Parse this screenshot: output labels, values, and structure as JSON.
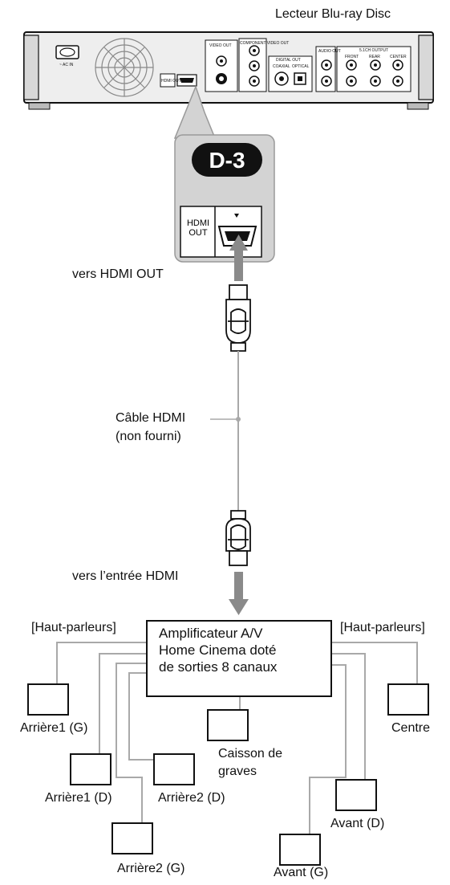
{
  "player": {
    "title": "Lecteur Blu-ray Disc",
    "ac_in_label": "~ AC IN",
    "hdmi_panel_label": "HDMI OUT",
    "video_out_label": "VIDEO OUT",
    "component_label": "COMPONENT VIDEO OUT",
    "digital_out_label": "DIGITAL OUT",
    "coaxial_label": "COAXIAL",
    "optical_label": "OPTICAL",
    "audio_out_label": "AUDIO OUT",
    "ch_output_label": "5.1CH OUTPUT",
    "front_label": "FRONT",
    "rear_label": "REAR",
    "center_label": "CENTER"
  },
  "callout": {
    "badge": "D-3",
    "hdmi_out_line1": "HDMI",
    "hdmi_out_line2": "OUT"
  },
  "labels": {
    "to_hdmi_out": "vers HDMI OUT",
    "cable_line1": "Câble HDMI",
    "cable_line2": "(non fourni)",
    "to_hdmi_in": "vers l’entrée HDMI",
    "speakers_left": "[Haut-parleurs]",
    "speakers_right": "[Haut-parleurs]"
  },
  "amplifier": {
    "line1": "Amplificateur A/V",
    "line2": "Home Cinema doté",
    "line3": "de sorties 8 canaux"
  },
  "speakers": {
    "rear1_left": "Arrière1 (G)",
    "rear1_right": "Arrière1 (D)",
    "rear2_right": "Arrière2 (D)",
    "rear2_left": "Arrière2 (G)",
    "subwoofer_line1": "Caisson de",
    "subwoofer_line2": "graves",
    "center": "Centre",
    "front_right": "Avant (D)",
    "front_left": "Avant (G)"
  },
  "colors": {
    "wire": "#a9a9a9",
    "callout_panel": "#d3d3d3",
    "badge": "#111111",
    "arrow": "#8a8a8a"
  }
}
